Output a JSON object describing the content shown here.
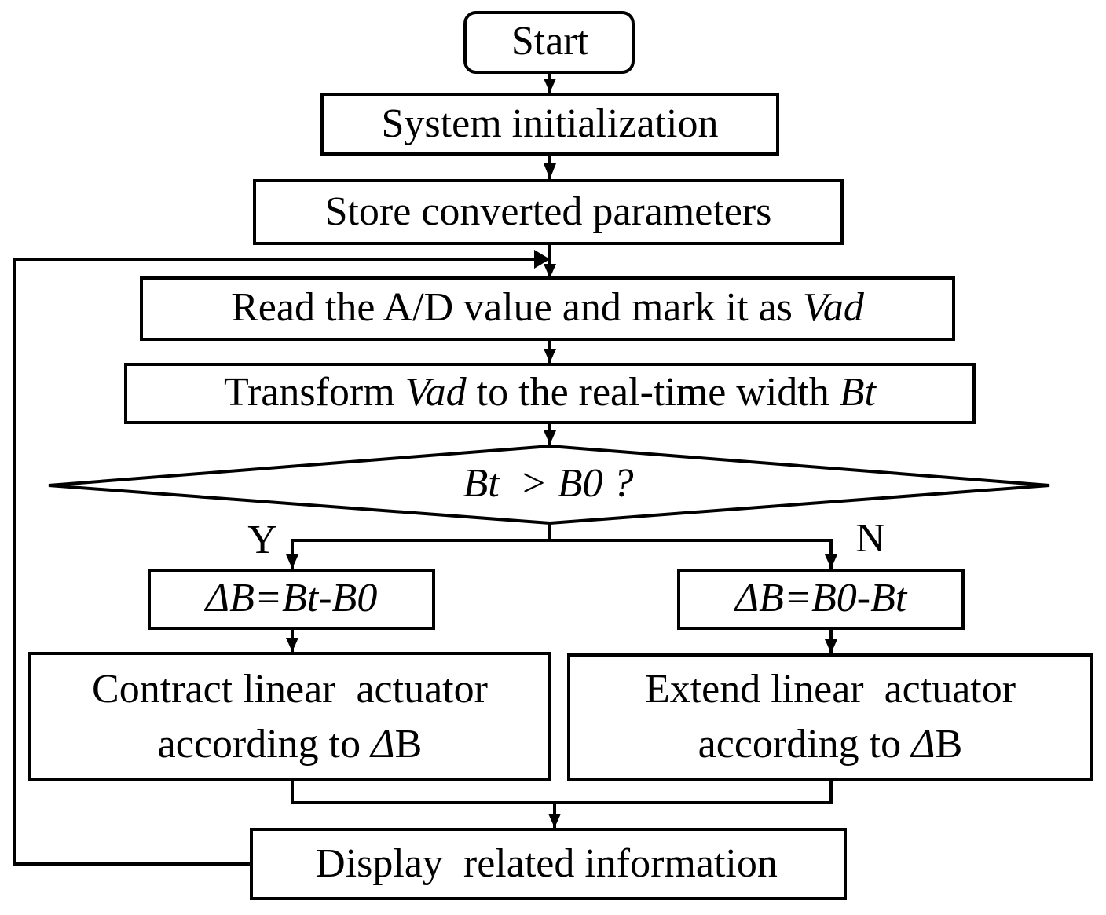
{
  "nodes": {
    "start": "Start",
    "init": "System initialization",
    "store": "Store converted parameters",
    "read": {
      "pre": "Read the A/D value and mark it as ",
      "var": "Vad"
    },
    "transform": {
      "pre": "Transform ",
      "var1": "Vad",
      "mid": " to the real-time width ",
      "var2": "Bt"
    },
    "decision": "Bt  > B0 ?",
    "yes_calc": "ΔB=Bt-B0",
    "no_calc": "ΔB=B0-Bt",
    "contract": {
      "line1": "Contract linear  actuator",
      "line2_pre": "according to ",
      "line2_var": "Δ",
      "line2_post": "B"
    },
    "extend": {
      "line1": "Extend linear  actuator",
      "line2_pre": "according to ",
      "line2_var": "Δ",
      "line2_post": "B"
    },
    "display": "Display  related information"
  },
  "branch_labels": {
    "yes": "Y",
    "no": "N"
  }
}
